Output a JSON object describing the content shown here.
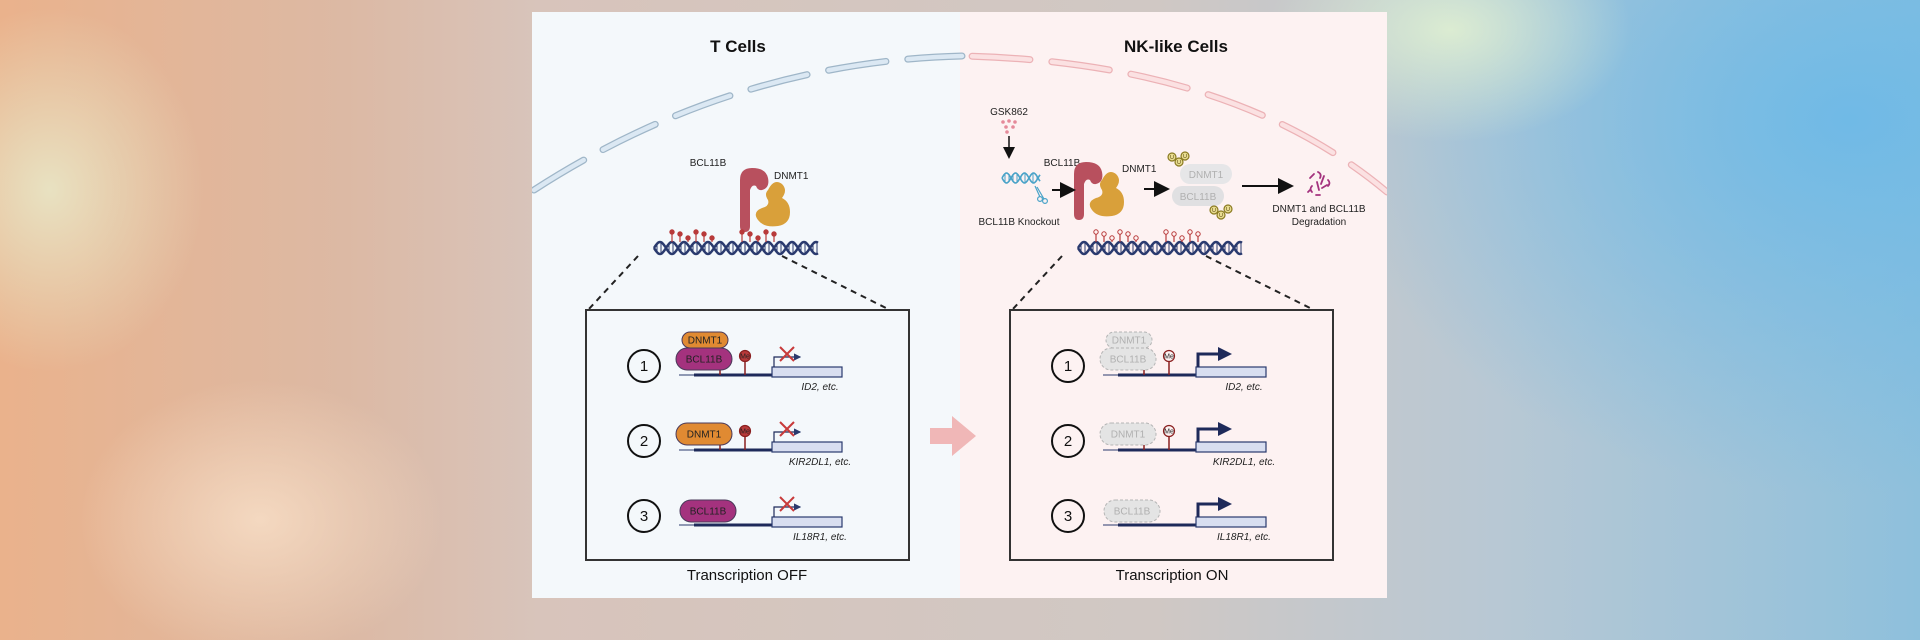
{
  "figure": {
    "left_panel": {
      "title": "T Cells",
      "protein_labels": {
        "bcl11b": "BCL11B",
        "dnmt1": "DNMT1"
      },
      "caption": "Transcription OFF",
      "rows": [
        {
          "number": "1",
          "proteins": [
            "DNMT1",
            "BCL11B"
          ],
          "methyl_label": "Me",
          "gene": "ID2, etc.",
          "transcription": "blocked"
        },
        {
          "number": "2",
          "proteins": [
            "DNMT1"
          ],
          "methyl_label": "Me",
          "gene": "KIR2DL1, etc.",
          "transcription": "blocked"
        },
        {
          "number": "3",
          "proteins": [
            "BCL11B"
          ],
          "methyl_label": "",
          "gene": "IL18R1, etc.",
          "transcription": "blocked"
        }
      ]
    },
    "right_panel": {
      "title": "NK-like Cells",
      "drug_label": "GSK862",
      "protein_labels": {
        "bcl11b": "BCL11B",
        "dnmt1": "DNMT1"
      },
      "knockout_label": "BCL11B Knockout",
      "ubiquitinated": {
        "dnmt1": "DNMT1",
        "bcl11b": "BCL11B",
        "ub_mark": "Ub"
      },
      "degradation_label_line1": "DNMT1 and BCL11B",
      "degradation_label_line2": "Degradation",
      "caption": "Transcription ON",
      "rows": [
        {
          "number": "1",
          "proteins": [
            "DNMT1",
            "BCL11B"
          ],
          "methyl_label": "Me",
          "gene": "ID2, etc.",
          "transcription": "active"
        },
        {
          "number": "2",
          "proteins": [
            "DNMT1"
          ],
          "methyl_label": "Me",
          "gene": "KIR2DL1, etc.",
          "transcription": "active"
        },
        {
          "number": "3",
          "proteins": [
            "BCL11B"
          ],
          "methyl_label": "",
          "gene": "IL18R1, etc.",
          "transcription": "active"
        }
      ]
    },
    "colors": {
      "left_bg": "#f4f8fb",
      "right_bg": "#fdf2f2",
      "membrane_left": "#c9dcec",
      "membrane_right": "#f6cdd0",
      "dna": "#2a3a6e",
      "bcl11b_protein": "#b8505e",
      "dnmt1_protein": "#d9a03a",
      "bcl11b_box": "#a4327e",
      "dnmt1_box": "#e08a32",
      "methyl": "#b83a3a",
      "block_x": "#c83a3a",
      "transition_arrow": "#f0b7b7"
    }
  }
}
